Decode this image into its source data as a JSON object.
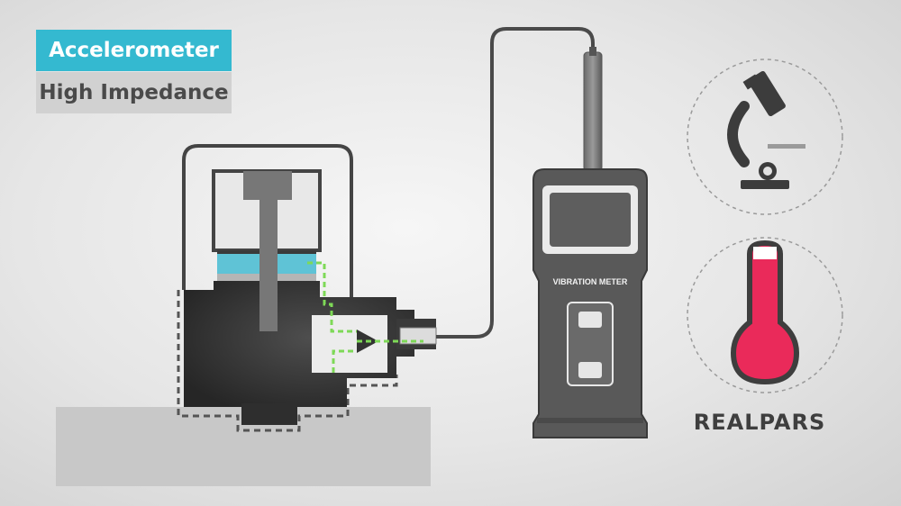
{
  "labels": {
    "title": "Accelerometer",
    "subtitle": "High Impedance"
  },
  "meter": {
    "label": "VIBRATION METER"
  },
  "brand": {
    "name": "REALPARS"
  },
  "icons": {
    "top": "microscope-icon",
    "bottom": "thermometer-icon"
  },
  "colors": {
    "title_bg": "#34b9d0",
    "subtitle_bg": "#d1d1d1",
    "crystal": "#5fc3d6",
    "signal_path": "#7ed957",
    "thermometer_fill": "#ea2a5a",
    "body_dark": "#3a3a3a",
    "cable": "#4a4a4a"
  }
}
